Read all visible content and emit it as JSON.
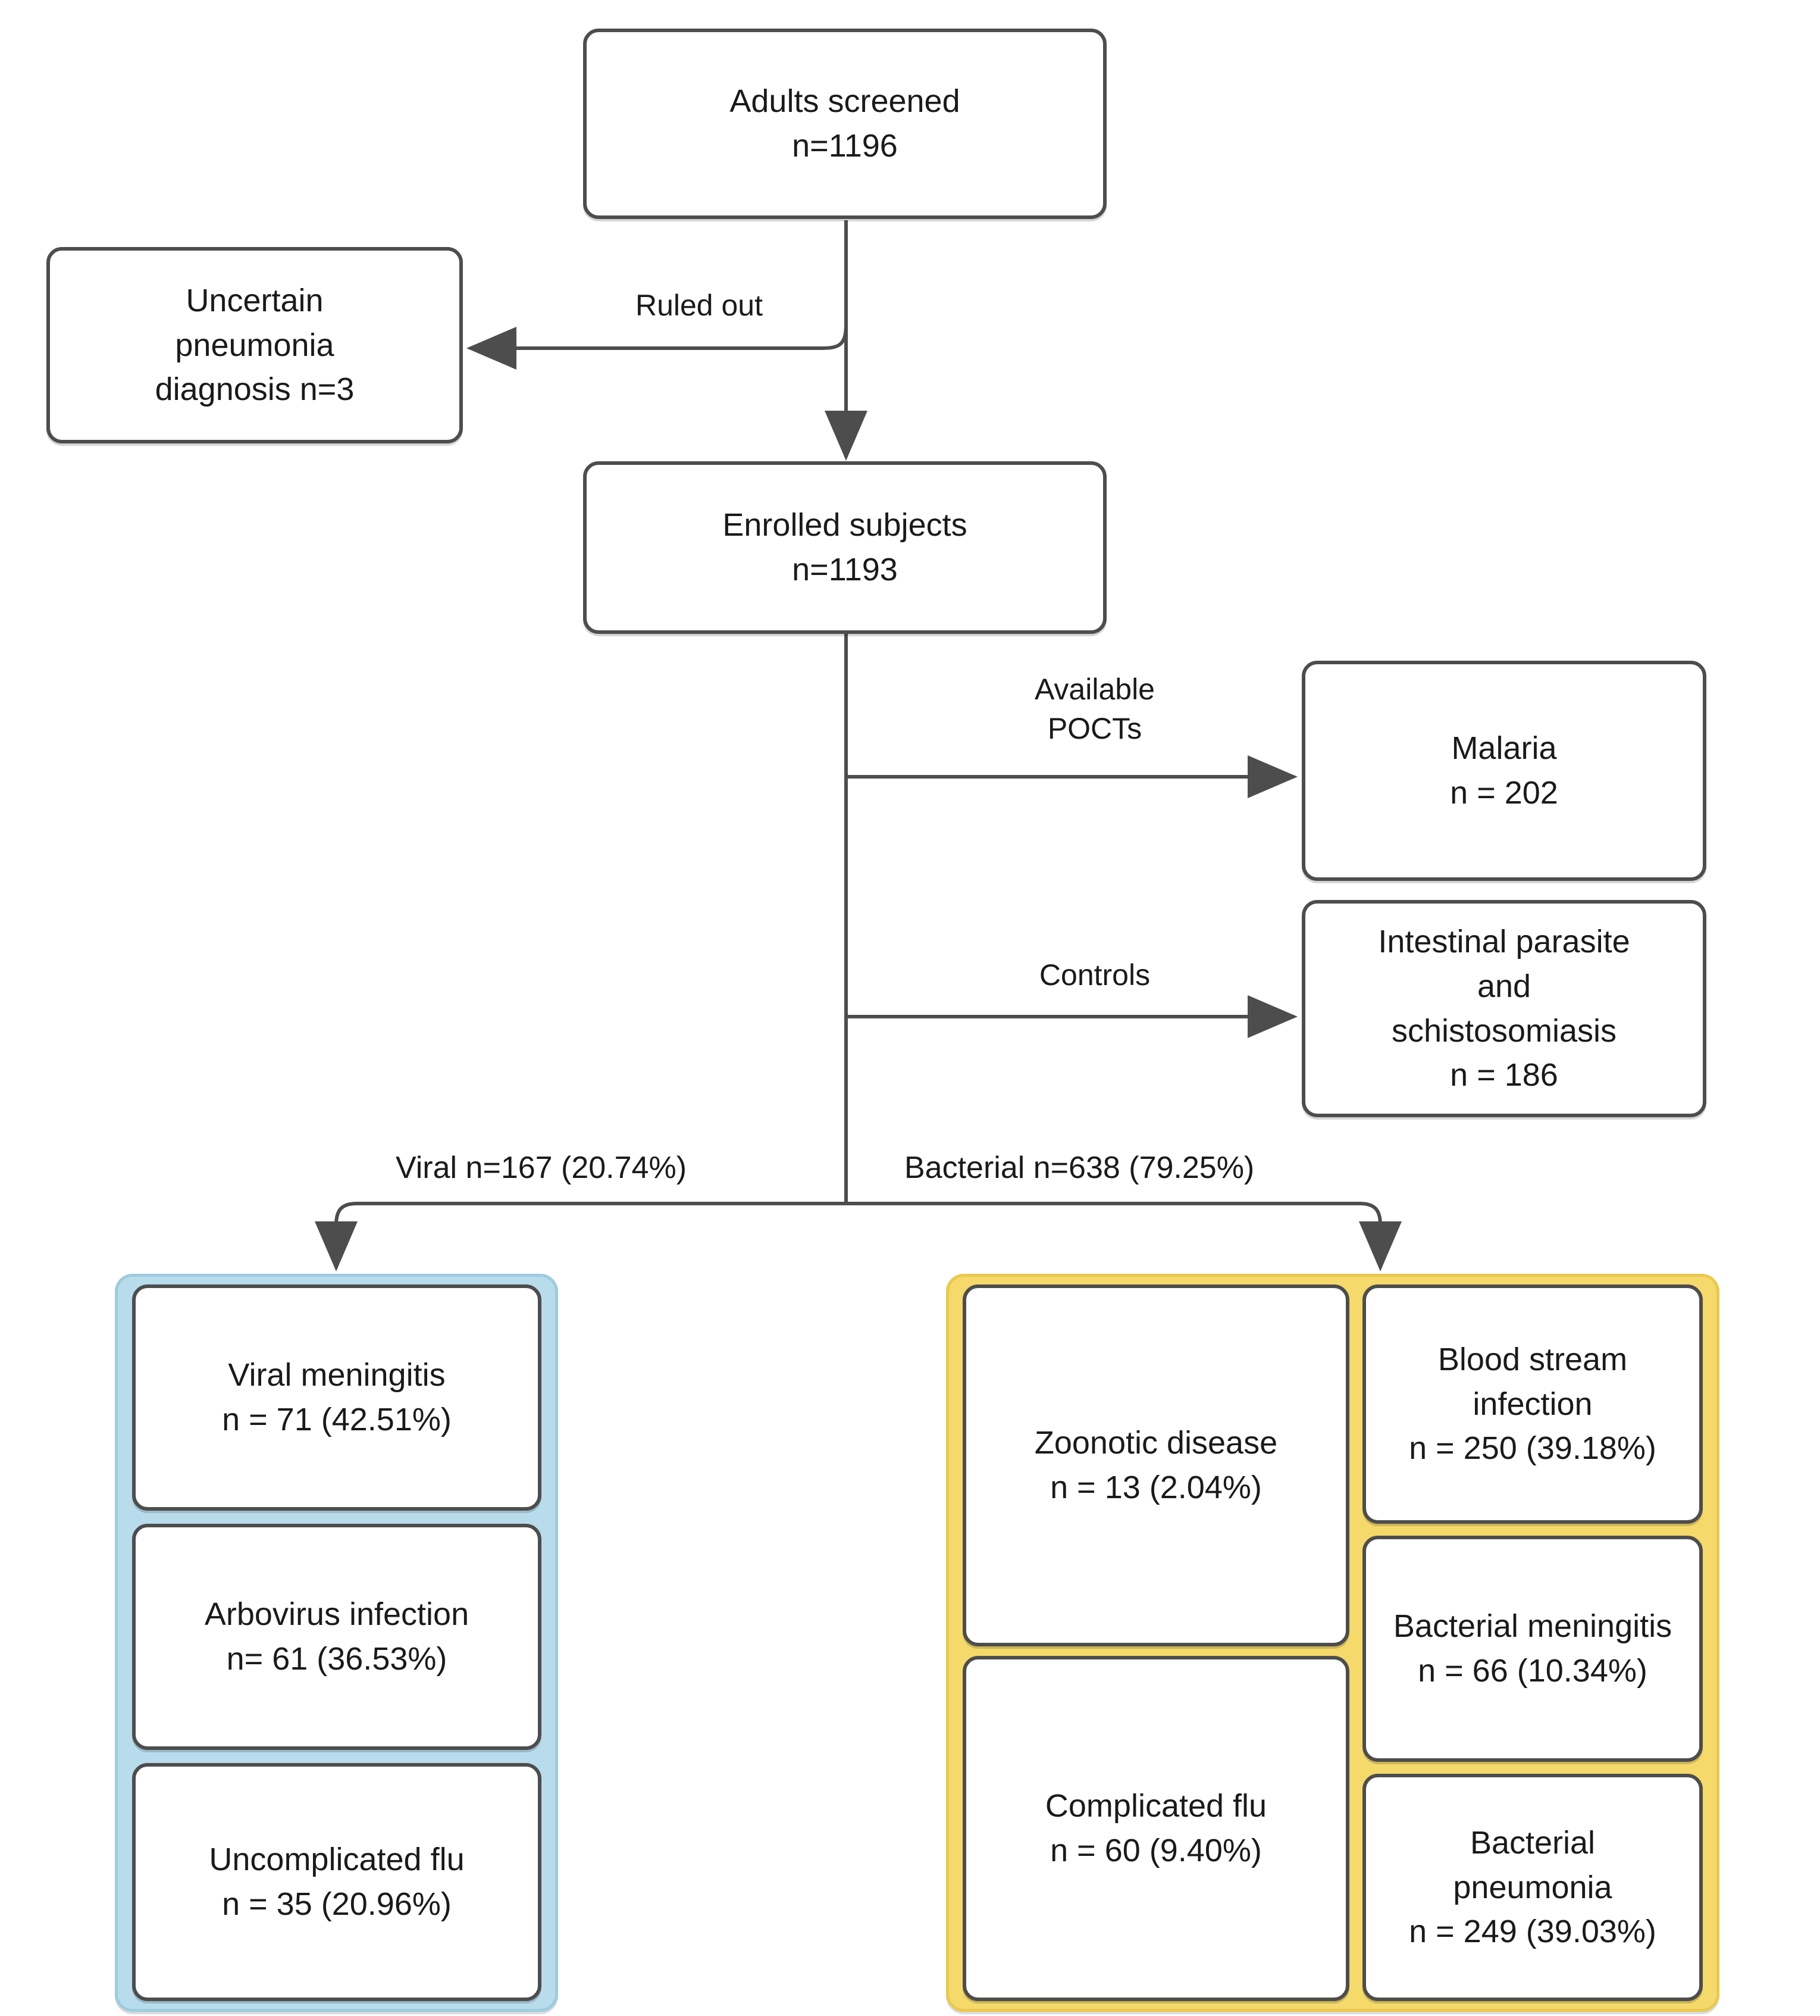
{
  "diagram": {
    "title": "Study enrollment and diagnosis flowchart",
    "colors": {
      "line": "#4d4d4d",
      "box_border": "#4d4d4d",
      "viral_group_fill": "#b8dcec",
      "bacterial_group_fill": "#f5d96a",
      "text": "#1a1a1a",
      "background": "#ffffff"
    }
  },
  "nodes": {
    "adults_screened": "Adults screened\nn=1196",
    "uncertain_pneumonia": "Uncertain\npneumonia\ndiagnosis n=3",
    "enrolled_subjects": "Enrolled subjects\nn=1193",
    "malaria": "Malaria\nn = 202",
    "intestinal_parasite": "Intestinal parasite\nand\nschistosomiasis\nn = 186",
    "viral_meningitis": "Viral meningitis\nn = 71 (42.51%)",
    "arbovirus_infection": "Arbovirus infection\nn= 61 (36.53%)",
    "uncomplicated_flu": "Uncomplicated flu\nn = 35 (20.96%)",
    "zoonotic_disease": "Zoonotic disease\nn = 13 (2.04%)",
    "complicated_flu": "Complicated flu\nn = 60  (9.40%)",
    "blood_stream_infection": "Blood stream\ninfection\nn = 250 (39.18%)",
    "bacterial_meningitis": "Bacterial meningitis\nn = 66 (10.34%)",
    "bacterial_pneumonia": "Bacterial\npneumonia\nn = 249 (39.03%)"
  },
  "edge_labels": {
    "ruled_out": "Ruled out",
    "available_pocts": "Available\nPOCTs",
    "controls": "Controls",
    "viral_branch": "Viral n=167 (20.74%)",
    "bacterial_branch": "Bacterial n=638 (79.25%)"
  },
  "chart_data": {
    "type": "flowchart",
    "title": "Adults screened enrollment flow",
    "stages": [
      {
        "id": "adults_screened",
        "label": "Adults screened",
        "n": 1196
      },
      {
        "id": "uncertain_pneumonia",
        "label": "Uncertain pneumonia diagnosis",
        "n": 3,
        "relation": "Ruled out"
      },
      {
        "id": "enrolled_subjects",
        "label": "Enrolled subjects",
        "n": 1193
      },
      {
        "id": "malaria",
        "label": "Malaria",
        "n": 202,
        "relation": "Available POCTs"
      },
      {
        "id": "intestinal_parasite",
        "label": "Intestinal parasite and schistosomiasis",
        "n": 186,
        "relation": "Controls"
      }
    ],
    "branches": [
      {
        "id": "viral",
        "label": "Viral",
        "n": 167,
        "percent": 20.74,
        "children": [
          {
            "label": "Viral meningitis",
            "n": 71,
            "percent": 42.51
          },
          {
            "label": "Arbovirus infection",
            "n": 61,
            "percent": 36.53
          },
          {
            "label": "Uncomplicated flu",
            "n": 35,
            "percent": 20.96
          }
        ]
      },
      {
        "id": "bacterial",
        "label": "Bacterial",
        "n": 638,
        "percent": 79.25,
        "children": [
          {
            "label": "Zoonotic disease",
            "n": 13,
            "percent": 2.04
          },
          {
            "label": "Complicated flu",
            "n": 60,
            "percent": 9.4
          },
          {
            "label": "Blood stream infection",
            "n": 250,
            "percent": 39.18
          },
          {
            "label": "Bacterial meningitis",
            "n": 66,
            "percent": 10.34
          },
          {
            "label": "Bacterial pneumonia",
            "n": 249,
            "percent": 39.03
          }
        ]
      }
    ]
  }
}
